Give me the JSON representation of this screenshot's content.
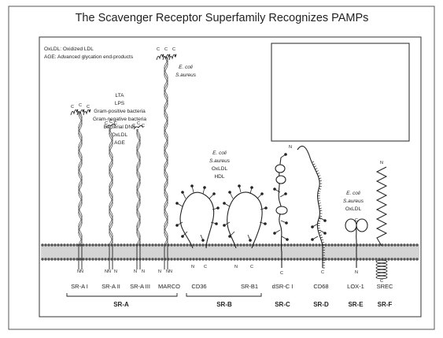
{
  "title": "The Scavenger Receptor Superfamily Recognizes PAMPs",
  "legend": {
    "oxldl": "OxLDL: Oxidized LDL",
    "age": "AGE: Advanced glycation end-products"
  },
  "ligands": {
    "sra": [
      "LTA",
      "LPS",
      "Gram-positive bacteria",
      "Gram-negative bacteria",
      "Bacterial DNA",
      "OxLDL",
      "AGE"
    ],
    "marco": [
      "E. coli",
      "S.aureus"
    ],
    "srb": [
      "E. coli",
      "S.aureus",
      "OxLDL",
      "HDL"
    ],
    "sre": [
      "E. coli",
      "S.aureus",
      "OxLDL"
    ]
  },
  "receptors": {
    "sra1": "SR-A I",
    "sra2": "SR-A II",
    "sra3": "SR-A III",
    "marco": "MARCO",
    "cd36": "CD36",
    "srb1": "SR-B1",
    "dsrc1": "dSR-C I",
    "cd68": "CD68",
    "lox1": "LOX-1",
    "srec": "SREC"
  },
  "families": {
    "sra": "SR-A",
    "srb": "SR-B",
    "src": "SR-C",
    "srd": "SR-D",
    "sre": "SR-E",
    "srf": "SR-F"
  },
  "terminals": {
    "c": "C",
    "n": "N",
    "nn": "NN"
  },
  "colors": {
    "membrane": "#cfcfcf",
    "stroke": "#222222",
    "frame": "#555555"
  }
}
